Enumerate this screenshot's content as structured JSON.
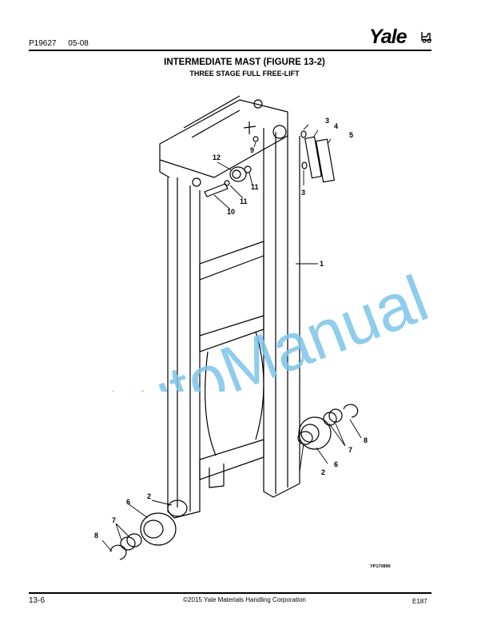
{
  "header": {
    "doc_number": "P19627",
    "doc_date": "05-08",
    "brand": "Yale"
  },
  "title": "INTERMEDIATE MAST (FIGURE 13-2)",
  "subtitle": "THREE STAGE FULL FREE-LIFT",
  "figure": {
    "code": "YP170890",
    "callouts": [
      "1",
      "2",
      "3",
      "4",
      "5",
      "6",
      "7",
      "8",
      "9",
      "10",
      "11",
      "12"
    ]
  },
  "watermark": "AutoManual",
  "footer": {
    "page": "13-6",
    "copyright": "©2015 Yale Materials Handling Corporation",
    "code": "E187"
  },
  "colors": {
    "watermark": "#7cc4ea",
    "ink": "#000000"
  }
}
